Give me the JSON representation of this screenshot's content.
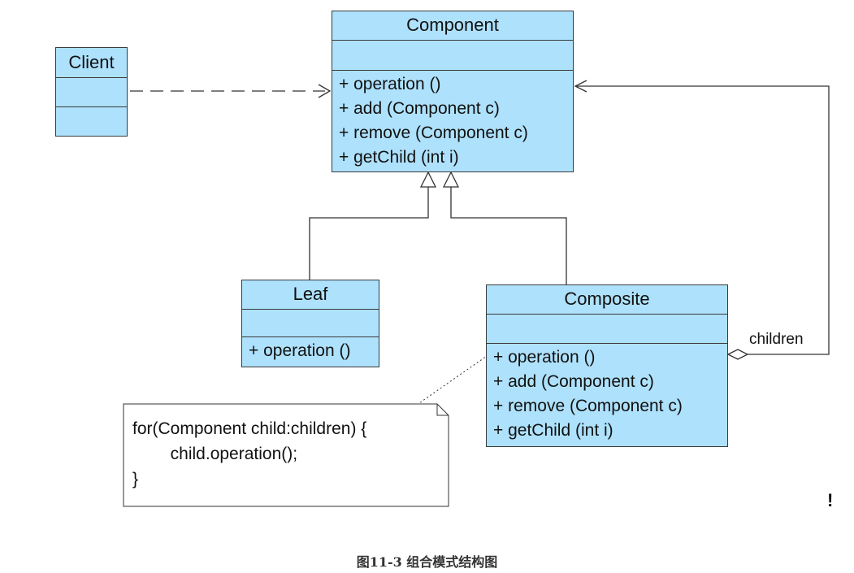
{
  "classes": {
    "client": {
      "name": "Client"
    },
    "component": {
      "name": "Component",
      "operations": [
        "+  operation ()",
        "+  add (Component c)",
        "+  remove (Component c)",
        "+  getChild (int i)"
      ]
    },
    "leaf": {
      "name": "Leaf",
      "operations": [
        "+  operation ()"
      ]
    },
    "composite": {
      "name": "Composite",
      "operations": [
        "+  operation ()",
        "+  add (Component c)",
        "+  remove (Component c)",
        "+  getChild (int i)"
      ]
    }
  },
  "association_label": "children",
  "note": {
    "code": "for(Component child:children) {\n        child.operation();\n}"
  },
  "stray_mark": "!",
  "caption": "图11-3  组合模式结构图",
  "colors": {
    "class_fill": "#aee1fb",
    "line": "#3a3a3a"
  }
}
